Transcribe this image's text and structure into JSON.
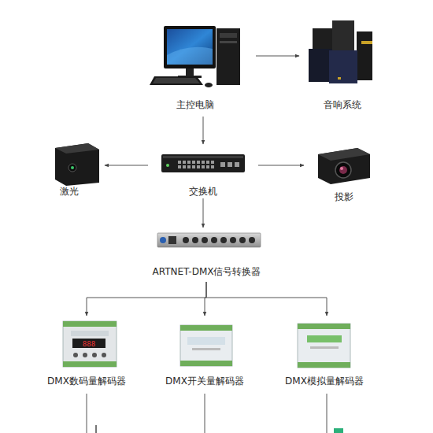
{
  "diagram": {
    "nodes": [
      {
        "text": [
          "主控电脑"
        ]
      },
      {
        "text": [
          "音响系统"
        ]
      },
      {
        "text": [
          "激光"
        ]
      },
      {
        "text": [
          "交换机"
        ]
      },
      {
        "text": [
          "投影"
        ]
      },
      {
        "text": [
          "ARTNET-DMX信号转换器"
        ]
      },
      {
        "text": [
          "DMX数码量解码器"
        ]
      },
      {
        "text": [
          "DMX开关量解码器"
        ]
      },
      {
        "text": [
          "DMX模拟量解码器"
        ]
      }
    ],
    "edges": [
      {
        "from": 0,
        "to": 1,
        "arrow": "to"
      },
      {
        "from": 0,
        "to": 3,
        "arrow": "to"
      },
      {
        "from": 3,
        "to": 2,
        "arrow": "to"
      },
      {
        "from": 3,
        "to": 4,
        "arrow": "to"
      },
      {
        "from": 3,
        "to": 5,
        "arrow": "to"
      },
      {
        "from": 5,
        "to": 6,
        "arrow": "to"
      },
      {
        "from": 5,
        "to": 7,
        "arrow": "to"
      },
      {
        "from": 5,
        "to": 8,
        "arrow": "to"
      }
    ]
  }
}
